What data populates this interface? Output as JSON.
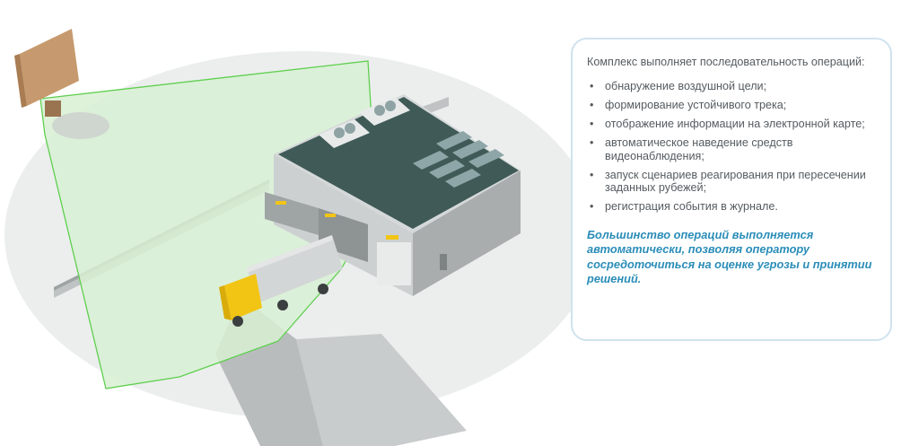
{
  "intro_text": "Комплекс выполняет последовательность операций:",
  "operations": [
    "обнаружение воздушной цели;",
    "формирование устойчивого трека;",
    "отображение информации на электронной карте;",
    "автоматическое наведение средств видеонаблюдения;",
    "запуск сценариев реагирования при пересечении заданных рубежей;",
    "регистрация события в журнале."
  ],
  "bullet_symbol": "•",
  "summary_text": "Большинство операций выполняется автоматически, позволяя оператору сосредоточиться на оценке угрозы и принятии решений.",
  "colors": {
    "summary_accent": "#2a8db8",
    "card_border": "#cfe3ef",
    "coverage_zone": "#d8f0d4",
    "zone_outline": "#5fcf4f",
    "truck_cab": "#f2c514"
  }
}
